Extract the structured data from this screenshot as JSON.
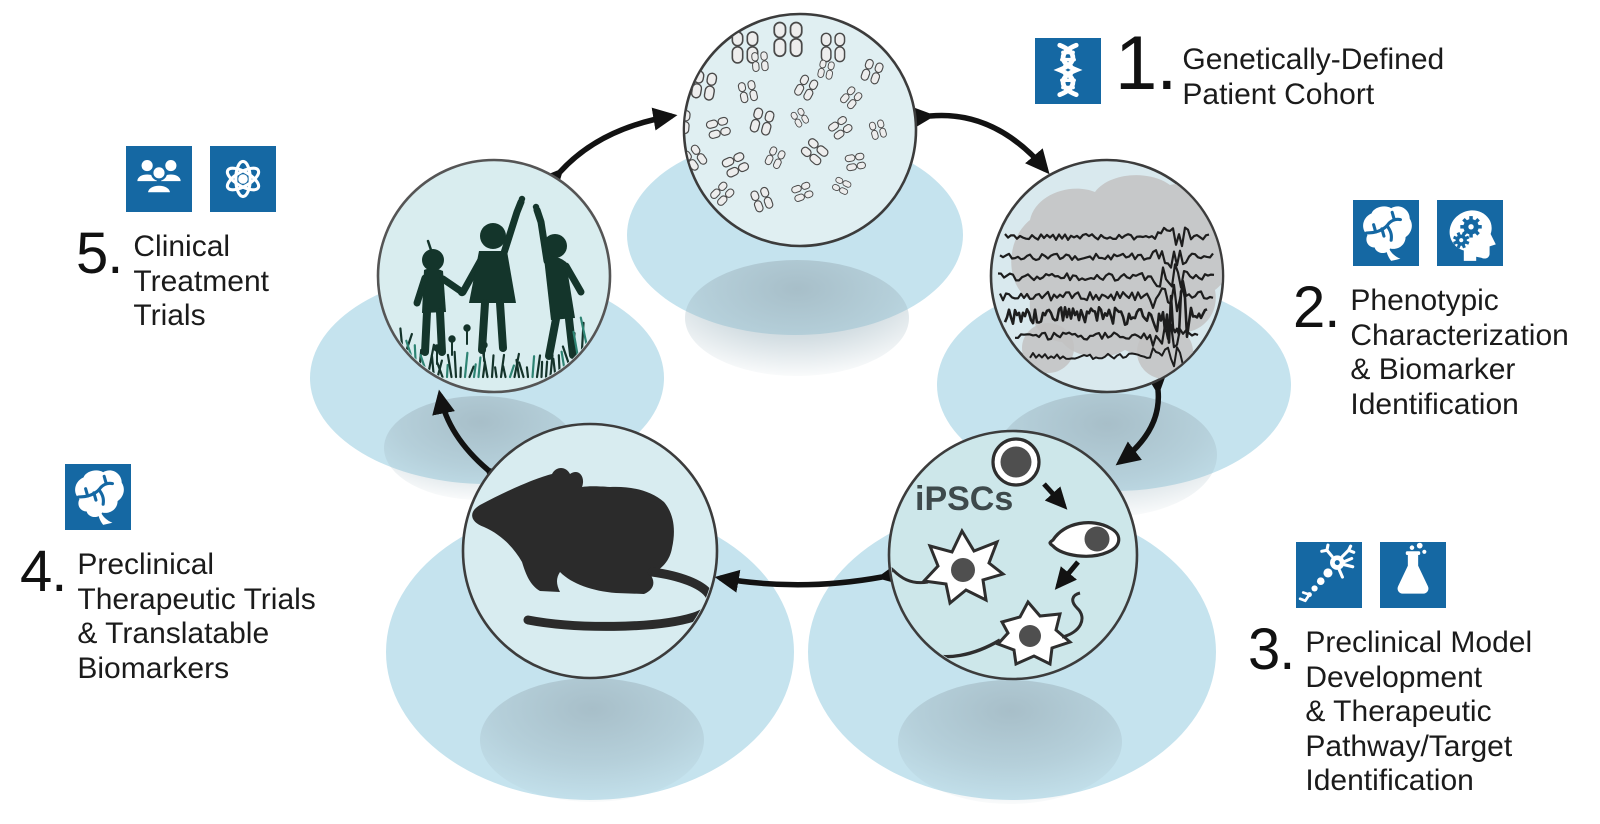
{
  "figure": {
    "description": "Five-stage circular translational research cycle diagram",
    "ipsc_label": "iPSCs"
  },
  "colors": {
    "icon_blue": "#1568a3",
    "pod_blue": "#c5e3ee",
    "pod_shadow": "#a2b8c2",
    "circle_fill": "#dcedf1",
    "arrow": "#121212",
    "text": "#1b1b1b"
  },
  "steps": [
    {
      "number": "1.",
      "label": "Genetically-Defined\nPatient Cohort",
      "icons": [
        "dna-icon"
      ]
    },
    {
      "number": "2.",
      "label": "Phenotypic\nCharacterization\n& Biomarker\nIdentification",
      "icons": [
        "brain-icon",
        "head-gears-icon"
      ]
    },
    {
      "number": "3.",
      "label": "Preclinical Model\nDevelopment\n& Therapeutic\nPathway/Target\nIdentification",
      "icons": [
        "neuron-icon",
        "flask-icon"
      ]
    },
    {
      "number": "4.",
      "label": "Preclinical\nTherapeutic Trials\n& Translatable\nBiomarkers",
      "icons": [
        "brain-icon"
      ]
    },
    {
      "number": "5.",
      "label": "Clinical\nTreatment\nTrials",
      "icons": [
        "people-icon",
        "atom-icon"
      ]
    }
  ],
  "hub_images": [
    "karyotype-chromosomes-image",
    "eeg-brain-image",
    "ipsc-differentiation-image",
    "rat-silhouette-image",
    "children-silhouette-image"
  ]
}
